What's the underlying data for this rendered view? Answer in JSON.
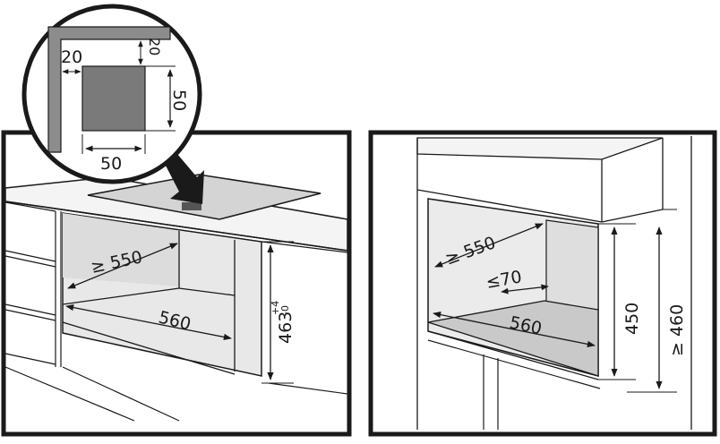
{
  "left_panel": {
    "inset": {
      "left_offset": "20",
      "top_offset": "20",
      "height": "50",
      "width": "50"
    },
    "depth": "≥ 550",
    "width": "560",
    "height": "463",
    "tolerance_plus": "+4",
    "tolerance_minus": "-0"
  },
  "right_panel": {
    "depth": "≥ 550",
    "rear_gap": "≤70",
    "width": "560",
    "height": "450",
    "cabinet_height": "≥ 460"
  },
  "colors": {
    "line": "#1a1a1a",
    "panel_fill": "#e6e6e6",
    "cutout_fill": "#7a7a7a",
    "inset_wall": "#8c8c8c"
  }
}
